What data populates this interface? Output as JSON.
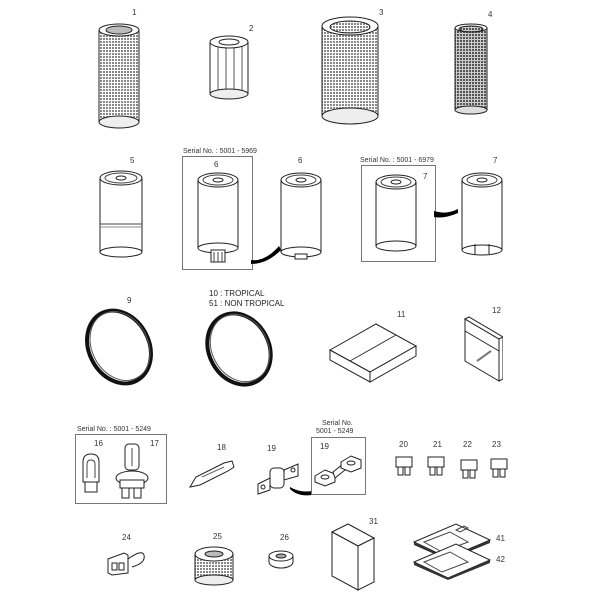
{
  "diagram": {
    "type": "exploded parts catalog",
    "parts": [
      {
        "no": "1",
        "name": "air-filter-outer-element"
      },
      {
        "no": "2",
        "name": "oil-filter-element"
      },
      {
        "no": "3",
        "name": "air-filter-large-element"
      },
      {
        "no": "4",
        "name": "air-filter-inner-element"
      },
      {
        "no": "5",
        "name": "spin-on-filter"
      },
      {
        "no": "6",
        "name": "fuel-filter-with-drain"
      },
      {
        "no": "6",
        "name": "fuel-filter-replacement"
      },
      {
        "no": "7",
        "name": "spin-on-filter"
      },
      {
        "no": "7",
        "name": "spin-on-filter-replacement"
      },
      {
        "no": "9",
        "name": "belt"
      },
      {
        "no": "10",
        "name": "belt-tropical"
      },
      {
        "no": "11",
        "name": "kit-box"
      },
      {
        "no": "12",
        "name": "packet"
      },
      {
        "no": "16",
        "name": "wedge-bulb"
      },
      {
        "no": "17",
        "name": "halogen-bulb"
      },
      {
        "no": "18",
        "name": "festoon-bulb"
      },
      {
        "no": "19",
        "name": "fusible-link"
      },
      {
        "no": "19",
        "name": "fusible-link-replacement"
      },
      {
        "no": "20",
        "name": "blade-fuse"
      },
      {
        "no": "21",
        "name": "blade-fuse"
      },
      {
        "no": "22",
        "name": "blade-fuse"
      },
      {
        "no": "23",
        "name": "blade-fuse"
      },
      {
        "no": "24",
        "name": "connector"
      },
      {
        "no": "25",
        "name": "strainer-element"
      },
      {
        "no": "26",
        "name": "seal-ring"
      },
      {
        "no": "31",
        "name": "box"
      },
      {
        "no": "41",
        "name": "manual"
      },
      {
        "no": "42",
        "name": "manual"
      }
    ]
  },
  "labels": {
    "p1": "1",
    "p2": "2",
    "p3": "3",
    "p4": "4",
    "p5": "5",
    "p6a": "6",
    "p6b": "6",
    "p7a": "7",
    "p7b": "7",
    "p9": "9",
    "p11": "11",
    "p12": "12",
    "p16": "16",
    "p17": "17",
    "p18": "18",
    "p19a": "19",
    "p19b": "19",
    "p20": "20",
    "p21": "21",
    "p22": "22",
    "p23": "23",
    "p24": "24",
    "p25": "25",
    "p26": "26",
    "p31": "31",
    "p41": "41",
    "p42": "42"
  },
  "notes": {
    "belt_line1": "10 : TROPICAL",
    "belt_line2": "51 : NON TROPICAL"
  },
  "serials": {
    "s6": "Serial No. : 5001 - 5969",
    "s7": "Serial No. : 5001 - 6979",
    "s17": "Serial No. : 5001 - 5249",
    "s19_line1": "Serial No.",
    "s19_line2": "5001 - 5249"
  }
}
